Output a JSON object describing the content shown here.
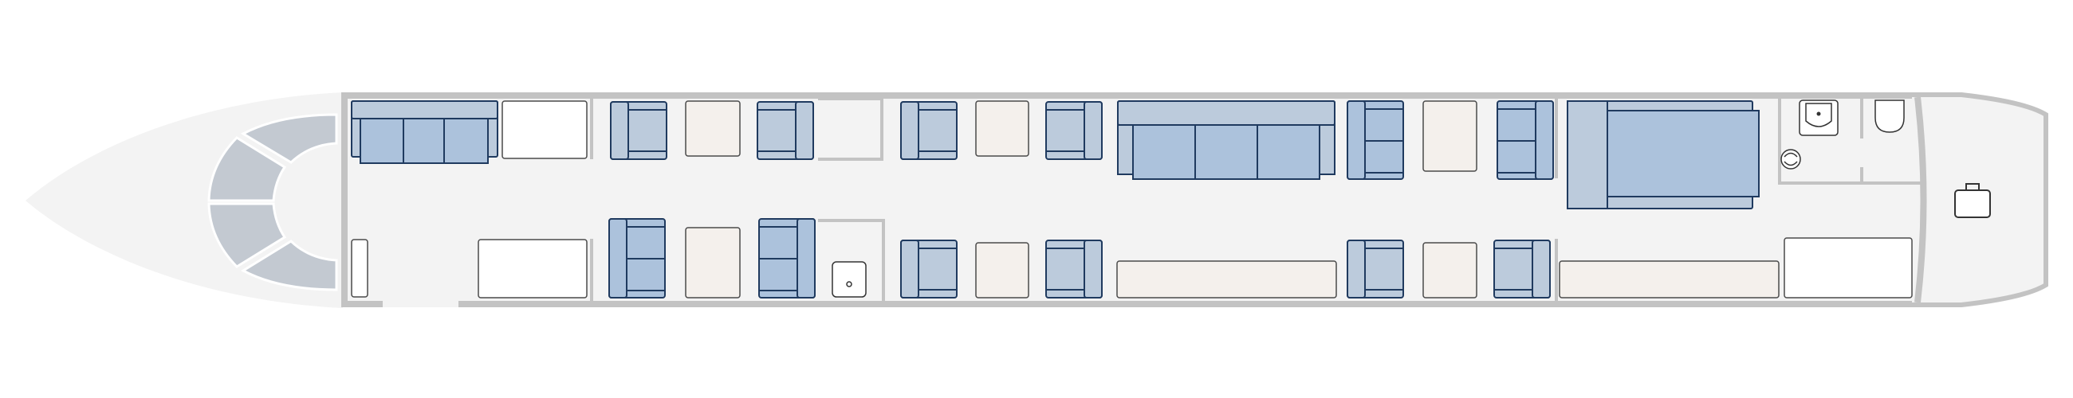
{
  "colors": {
    "hull": "#f3f3f3",
    "wall": "#c3c3c3",
    "seat_light": "#bccbdc",
    "seat_mid": "#acc2dc",
    "seat_outline": "#1f3a5f",
    "table": "#f4f0ec",
    "cabinet": "#ffffff"
  },
  "icons": {
    "cockpit": "cockpit-seating-icon",
    "sink": "sink-icon",
    "toilet": "toilet-icon",
    "lavatory_fixture": "round-fixture-icon",
    "baggage": "luggage-icon"
  },
  "layout": {
    "club_seats": 12,
    "divans": 2,
    "beds": 1,
    "lavatories": 1,
    "baggage_compartment": 1
  }
}
